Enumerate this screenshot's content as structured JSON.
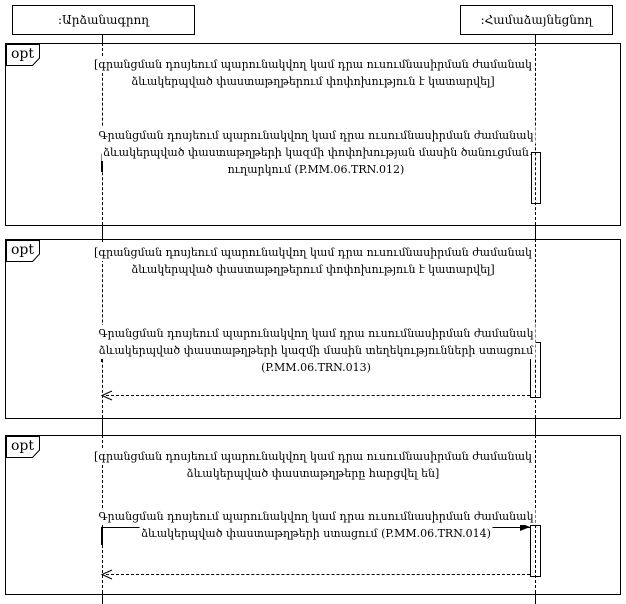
{
  "diagram_type": "uml-sequence",
  "colors": {
    "line": "#000000",
    "background": "#ffffff",
    "text": "#000000"
  },
  "participants": [
    {
      "label": ":Արձանագրող"
    },
    {
      "label": ":Համաձայնեցնող"
    }
  ],
  "fragments": [
    {
      "operator": "opt",
      "guard_lines": [
        "[գրանցման դոսյեում պարունակվող կամ դրա ուսումնասիրման ժամանակ",
        "ձևակերպված փաստաթղթերում փոփոխություն է կատարվել]"
      ],
      "message_lines": [
        "Գրանցման դոսյեում պարունակվող կամ դրա ուսումնասիրման ժամանակ",
        "ձևակերպված փաստաթղթերի կազմի փոփոխության մասին ծանուցման",
        "ուղարկում (P.MM.06.TRN.012)"
      ],
      "has_return": false
    },
    {
      "operator": "opt",
      "guard_lines": [
        "[գրանցման դոսյեում պարունակվող կամ դրա ուսումնասիրման ժամանակ",
        "ձևակերպված փաստաթղթերում փոփոխություն է կատարվել]"
      ],
      "message_lines": [
        "Գրանցման դոսյեում պարունակվող կամ դրա ուսումնասիրման ժամանակ",
        "ձևակերպված փաստաթղթերի կազմի մասին տեղեկությունների ստացում",
        "(P.MM.06.TRN.013)"
      ],
      "has_return": true
    },
    {
      "operator": "opt",
      "guard_lines": [
        "[գրանցման դոսյեում պարունակվող կամ դրա ուսումնասիրման ժամանակ",
        "ձևակերպված փաստաթղթերը հարցվել են]"
      ],
      "message_lines": [
        "Գրանցման դոսյեում պարունակվող կամ դրա ուսումնասիրման ժամանակ",
        "ձևակերպված փաստաթղթերի ստացում (P.MM.06.TRN.014)"
      ],
      "has_return": true
    }
  ]
}
